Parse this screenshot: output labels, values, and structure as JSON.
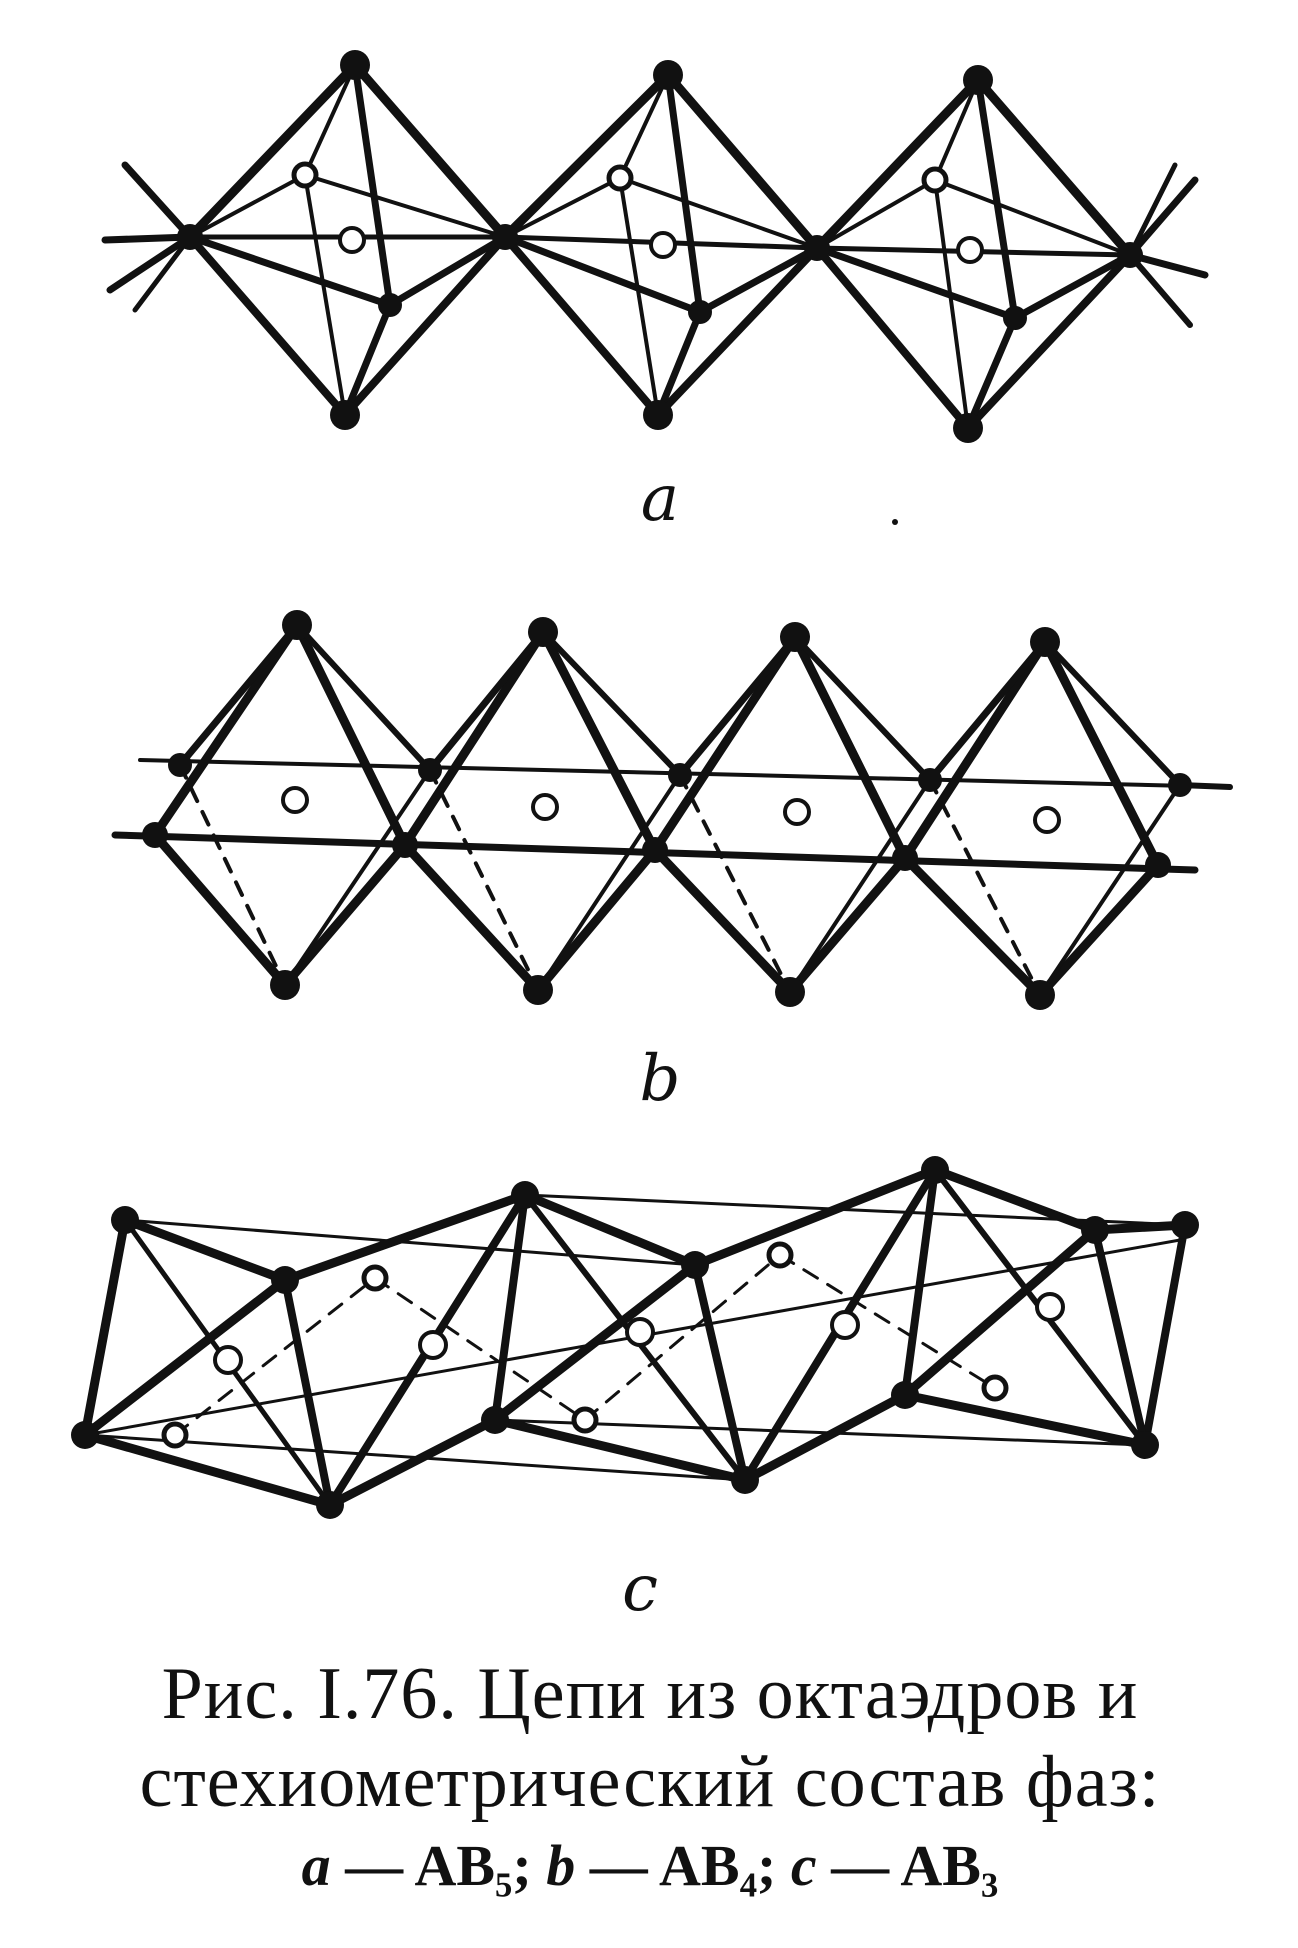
{
  "panels": [
    {
      "label": "a"
    },
    {
      "label": "b"
    },
    {
      "label": "c"
    }
  ],
  "caption": {
    "line1": "Рис. I.76. Цепи из октаэдров и",
    "line2": "стехиометрический состав фаз:",
    "formulas": [
      {
        "letter": "a",
        "sep": " — ",
        "formula": "AB₅",
        "end": "; "
      },
      {
        "letter": "b",
        "sep": " — ",
        "formula": "AB₄",
        "end": "; "
      },
      {
        "letter": "c",
        "sep": " — ",
        "formula": "AB₃",
        "end": ""
      }
    ]
  },
  "colors": {
    "ink": "#111111",
    "paper": "#ffffff"
  }
}
